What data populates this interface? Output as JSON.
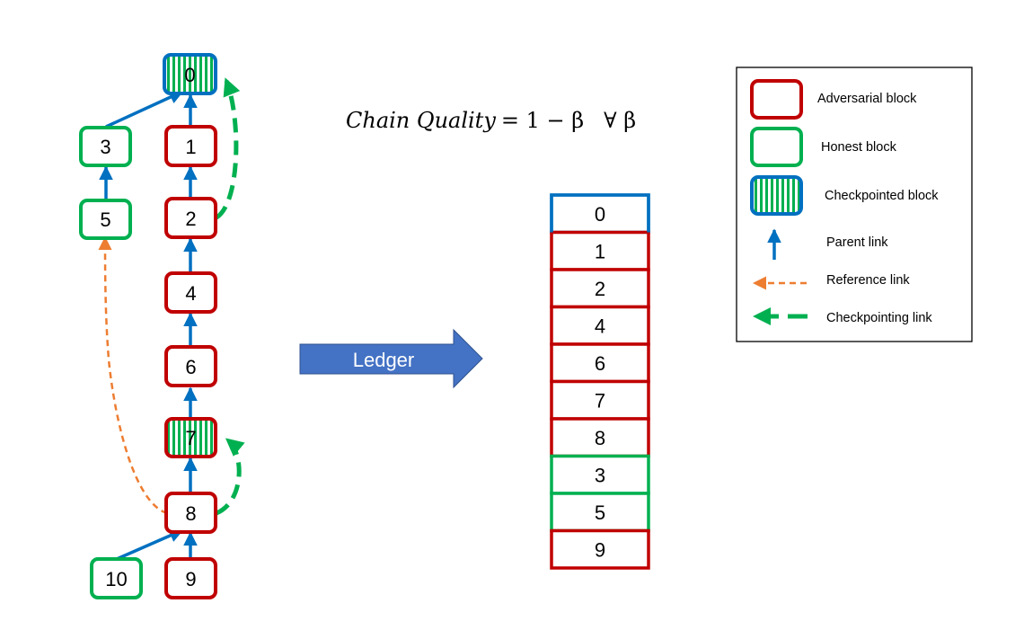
{
  "colors": {
    "adversarial": "#c00000",
    "honest": "#00b050",
    "checkpoint_border": "#0070c0",
    "parent_link": "#0070c0",
    "reference_link": "#ed7d31",
    "checkpointing_link": "#00b050",
    "arrow_fill": "#4472c4",
    "text": "#000000"
  },
  "formula": {
    "lhs": "Chain Quality",
    "rhs": "= 1 − β",
    "quantifier": "∀ β"
  },
  "arrow": {
    "label": "Ledger"
  },
  "tree": {
    "blocks": [
      {
        "id": "b0",
        "label": "0",
        "type": "checkpointed"
      },
      {
        "id": "b1",
        "label": "1",
        "type": "adversarial"
      },
      {
        "id": "b2",
        "label": "2",
        "type": "adversarial"
      },
      {
        "id": "b4",
        "label": "4",
        "type": "adversarial"
      },
      {
        "id": "b6",
        "label": "6",
        "type": "adversarial"
      },
      {
        "id": "b7",
        "label": "7",
        "type": "checkpointed-adversarial"
      },
      {
        "id": "b8",
        "label": "8",
        "type": "adversarial"
      },
      {
        "id": "b9",
        "label": "9",
        "type": "adversarial"
      },
      {
        "id": "b3",
        "label": "3",
        "type": "honest"
      },
      {
        "id": "b5",
        "label": "5",
        "type": "honest"
      },
      {
        "id": "b10",
        "label": "10",
        "type": "honest"
      }
    ]
  },
  "ledger": {
    "rows": [
      {
        "label": "0",
        "type": "checkpointed"
      },
      {
        "label": "1",
        "type": "adversarial"
      },
      {
        "label": "2",
        "type": "adversarial"
      },
      {
        "label": "4",
        "type": "adversarial"
      },
      {
        "label": "6",
        "type": "adversarial"
      },
      {
        "label": "7",
        "type": "adversarial"
      },
      {
        "label": "8",
        "type": "adversarial"
      },
      {
        "label": "3",
        "type": "honest"
      },
      {
        "label": "5",
        "type": "honest"
      },
      {
        "label": "9",
        "type": "adversarial"
      }
    ]
  },
  "legend": {
    "items": [
      {
        "label": "Adversarial block",
        "icon": "adversarial-block-icon"
      },
      {
        "label": "Honest block",
        "icon": "honest-block-icon"
      },
      {
        "label": "Checkpointed block",
        "icon": "checkpointed-block-icon"
      },
      {
        "label": "Parent link",
        "icon": "parent-link-icon"
      },
      {
        "label": "Reference link",
        "icon": "reference-link-icon"
      },
      {
        "label": "Checkpointing link",
        "icon": "checkpointing-link-icon"
      }
    ]
  }
}
